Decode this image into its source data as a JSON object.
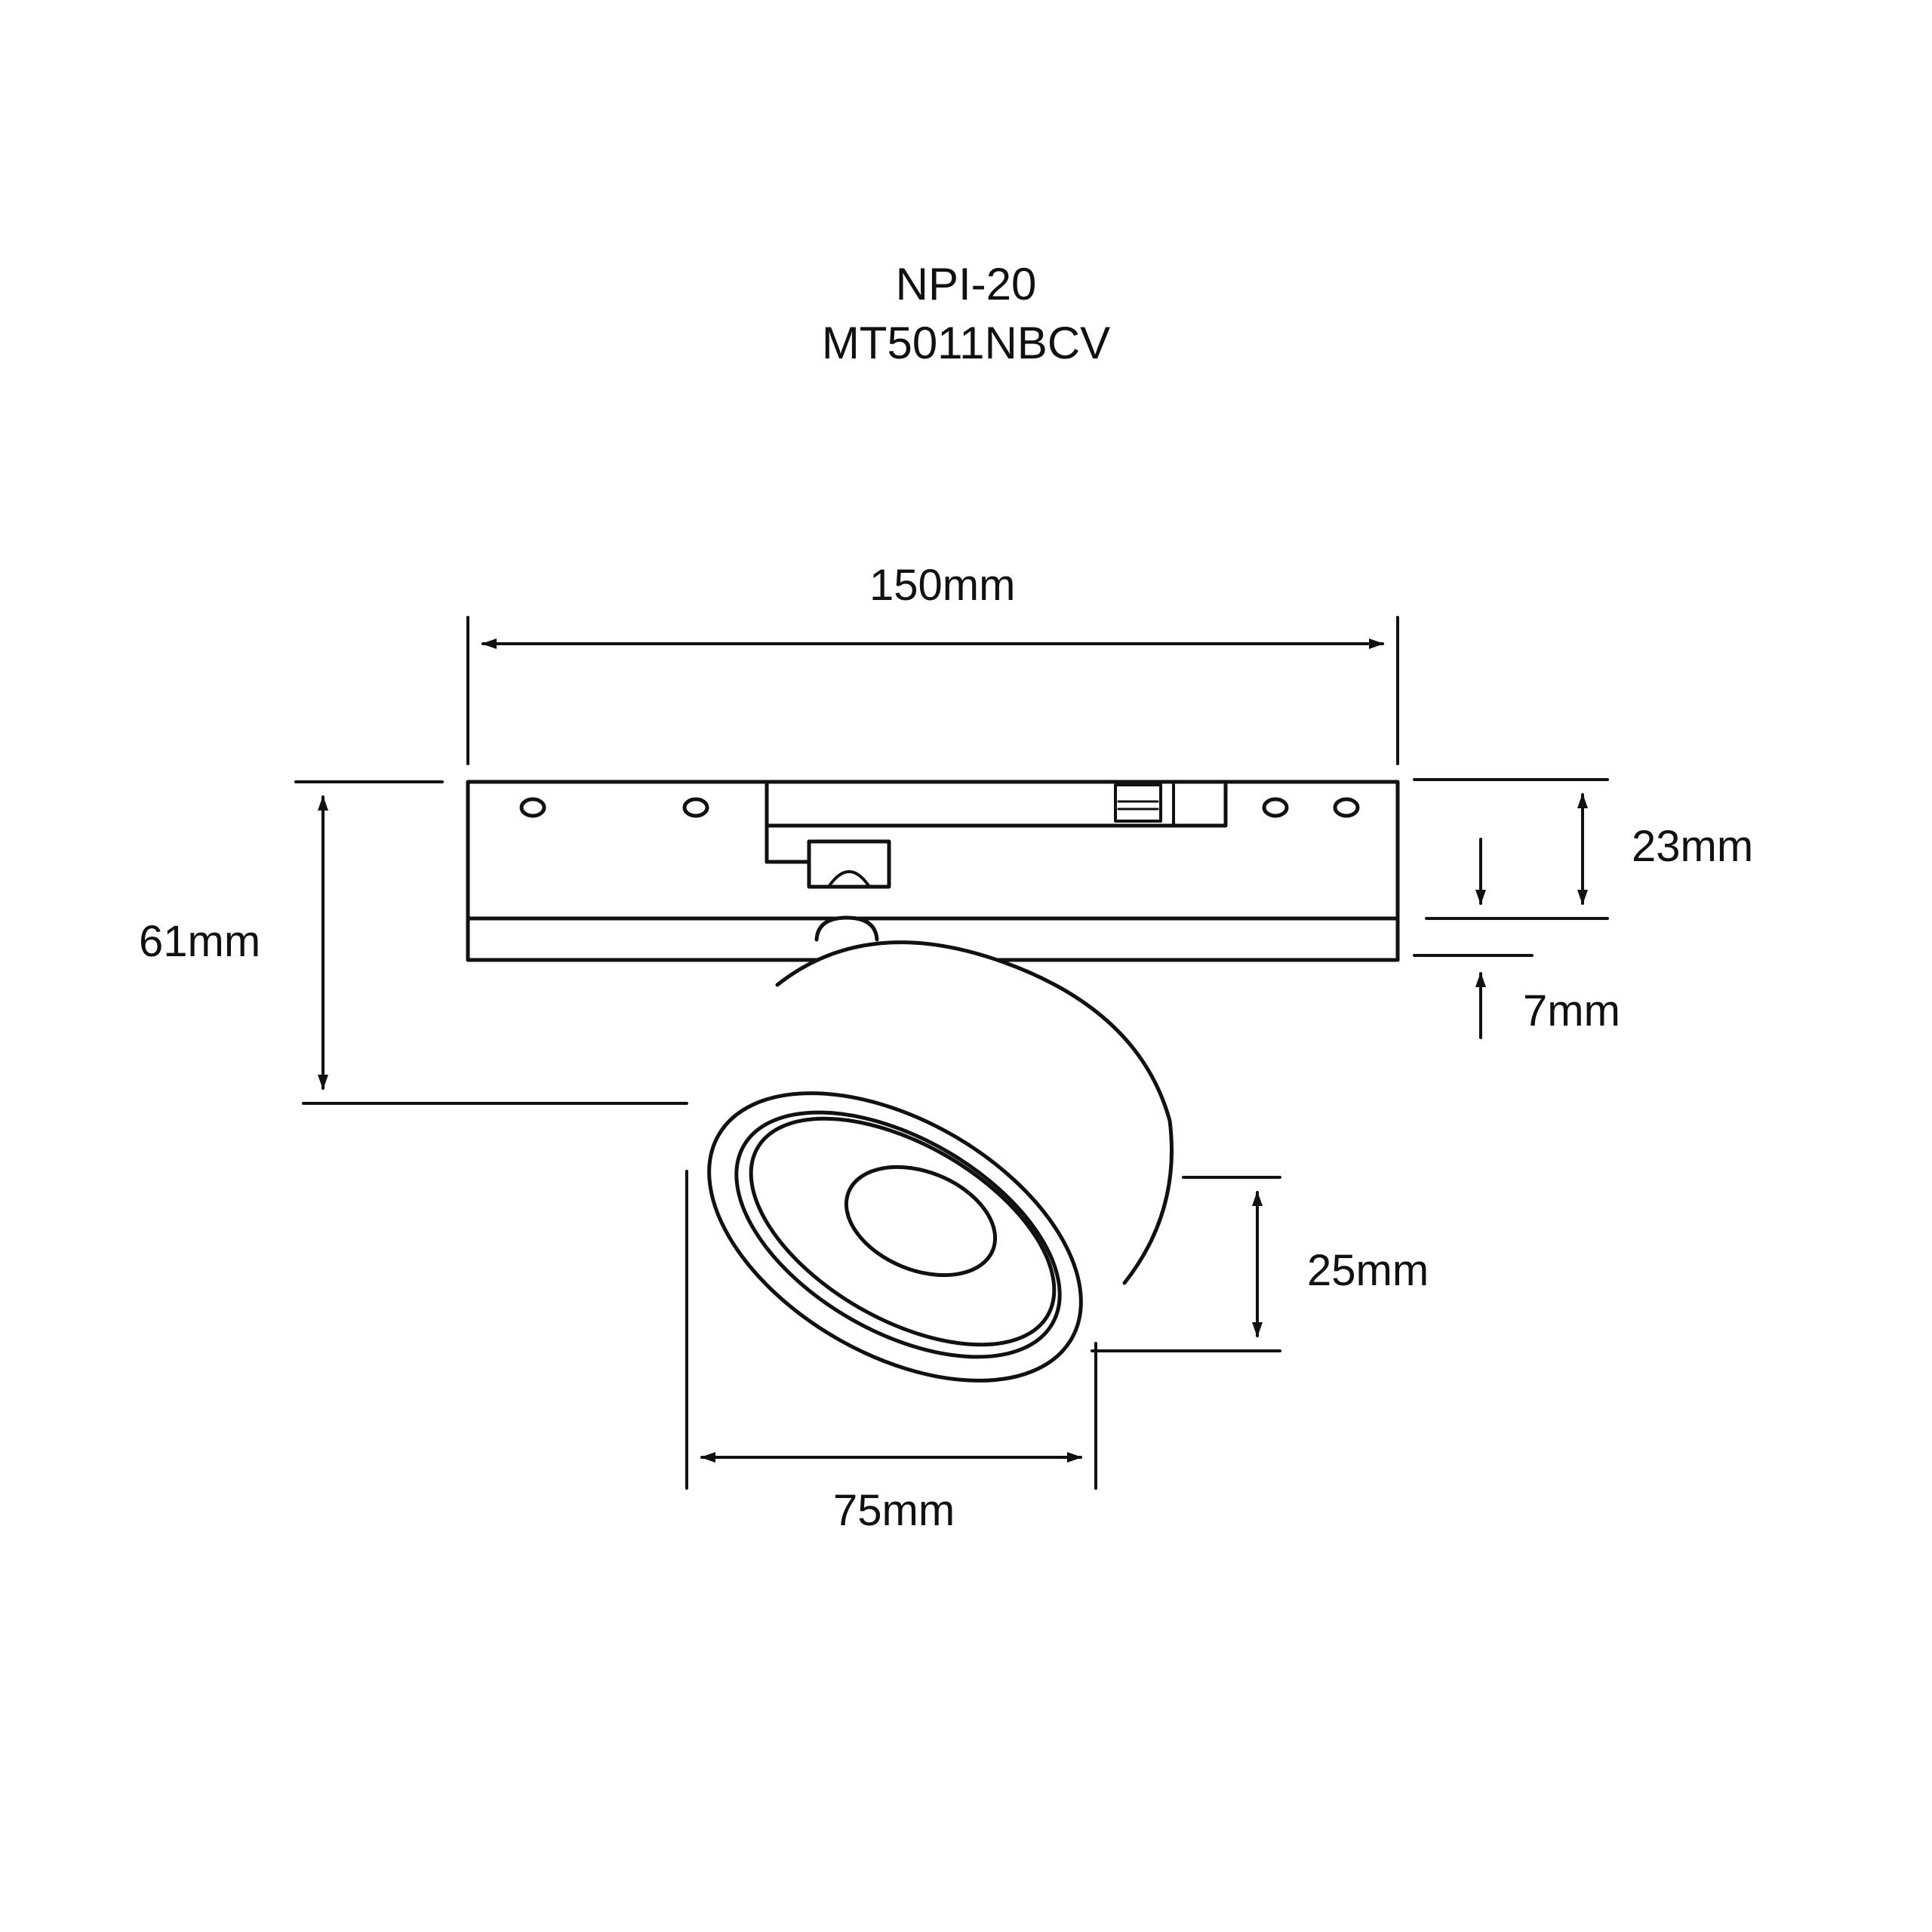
{
  "header": {
    "line1": "NPI-20",
    "line2": "MT5011NBCV"
  },
  "dimensions": {
    "width_total": "150mm",
    "height_total": "61mm",
    "track_height": "23mm",
    "lip_height": "7mm",
    "head_depth": "25mm",
    "head_diameter": "75mm"
  },
  "colors": {
    "line": "#111111",
    "background": "#ffffff"
  }
}
